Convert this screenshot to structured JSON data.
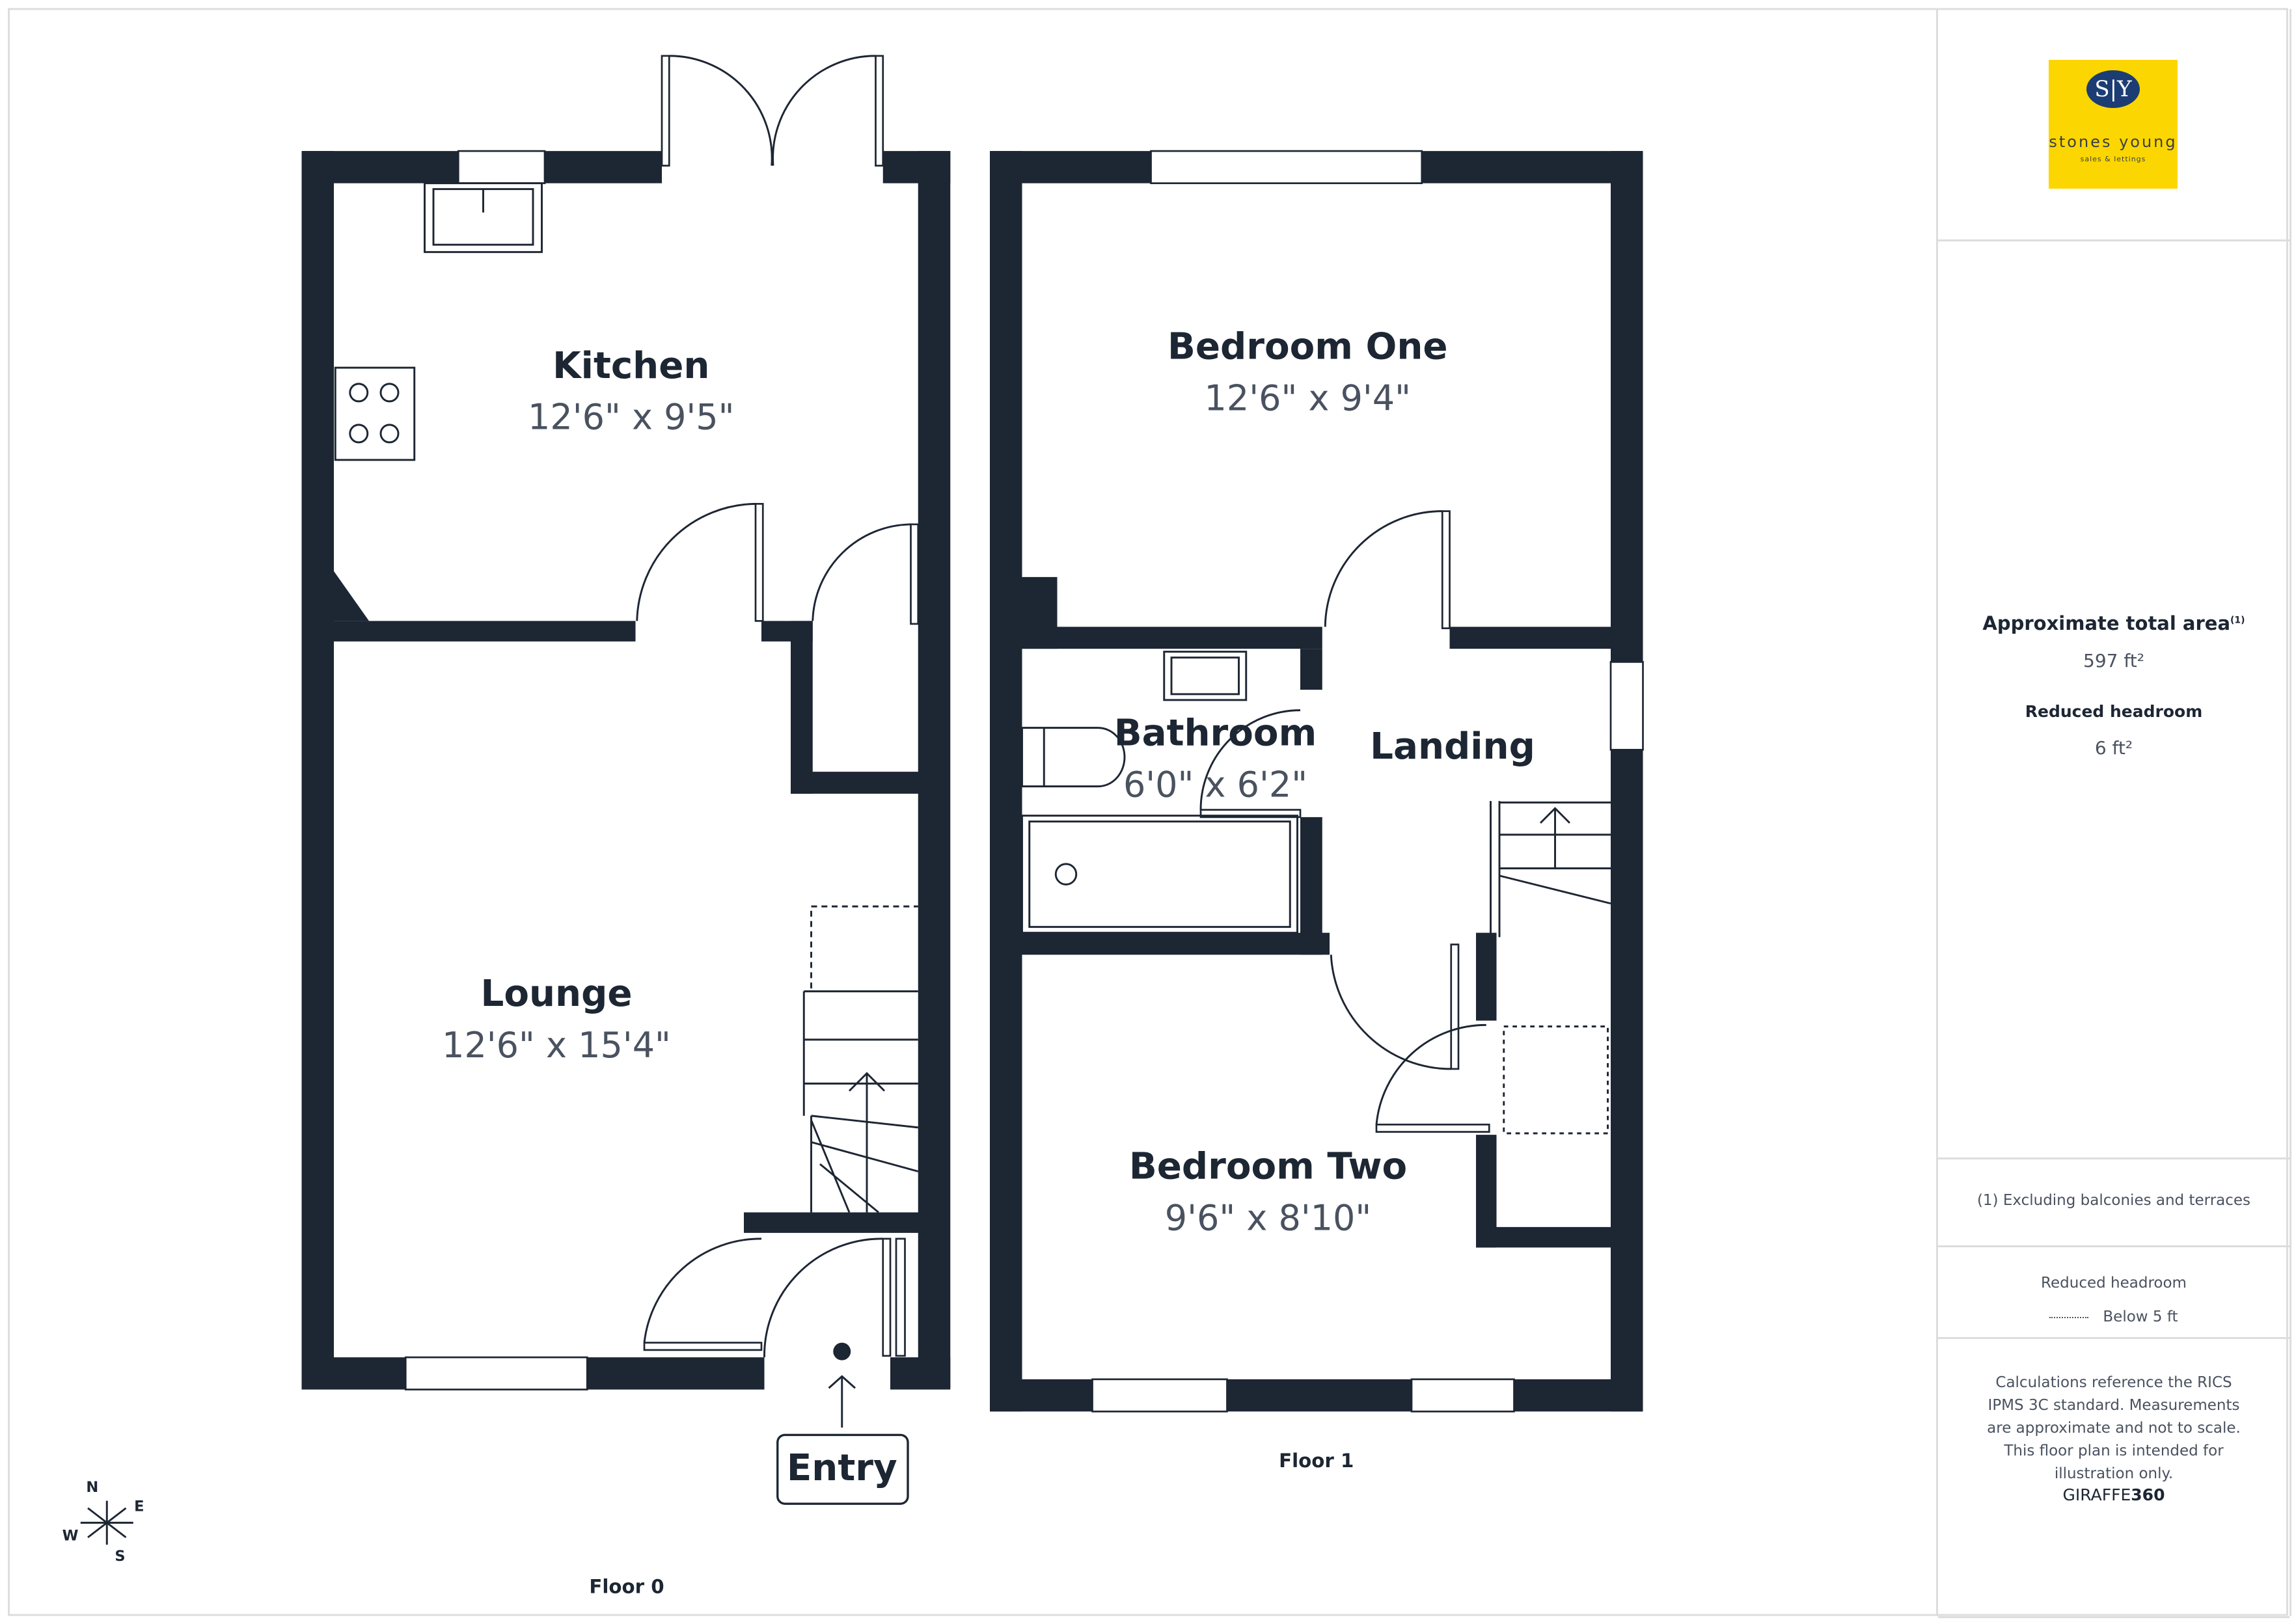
{
  "floors": [
    {
      "label": "Floor 0",
      "entry_label": "Entry",
      "rooms": [
        {
          "name": "Kitchen",
          "dims": "12'6\" x 9'5\""
        },
        {
          "name": "Lounge",
          "dims": "12'6\" x 15'4\""
        }
      ]
    },
    {
      "label": "Floor 1",
      "rooms": [
        {
          "name": "Bedroom One",
          "dims": "12'6\" x 9'4\""
        },
        {
          "name": "Bathroom",
          "dims": "6'0\" x 6'2\""
        },
        {
          "name": "Landing",
          "dims": ""
        },
        {
          "name": "Bedroom Two",
          "dims": "9'6\" x 8'10\""
        }
      ]
    }
  ],
  "compass": {
    "n": "N",
    "e": "E",
    "s": "S",
    "w": "W"
  },
  "panel": {
    "logo": {
      "initials": "S|Y",
      "name": "stones young",
      "tagline": "sales & lettings",
      "bg_color": "#fcd600",
      "circle_color": "#1c3d73"
    },
    "total_area_label": "Approximate total area",
    "total_area_note": "(1)",
    "total_area_value": "597 ft²",
    "reduced_headroom_label": "Reduced headroom",
    "reduced_headroom_value": "6 ft²",
    "footnote": "(1) Excluding balconies and terraces",
    "legend_title": "Reduced headroom",
    "legend_item": "Below 5 ft",
    "disclaimer": "Calculations reference the RICS IPMS 3C standard. Measurements are approximate and not to scale. This floor plan is intended for illustration only.",
    "brand_a": "GIRAFFE",
    "brand_b": "360"
  },
  "wall_color": "#1d2633"
}
